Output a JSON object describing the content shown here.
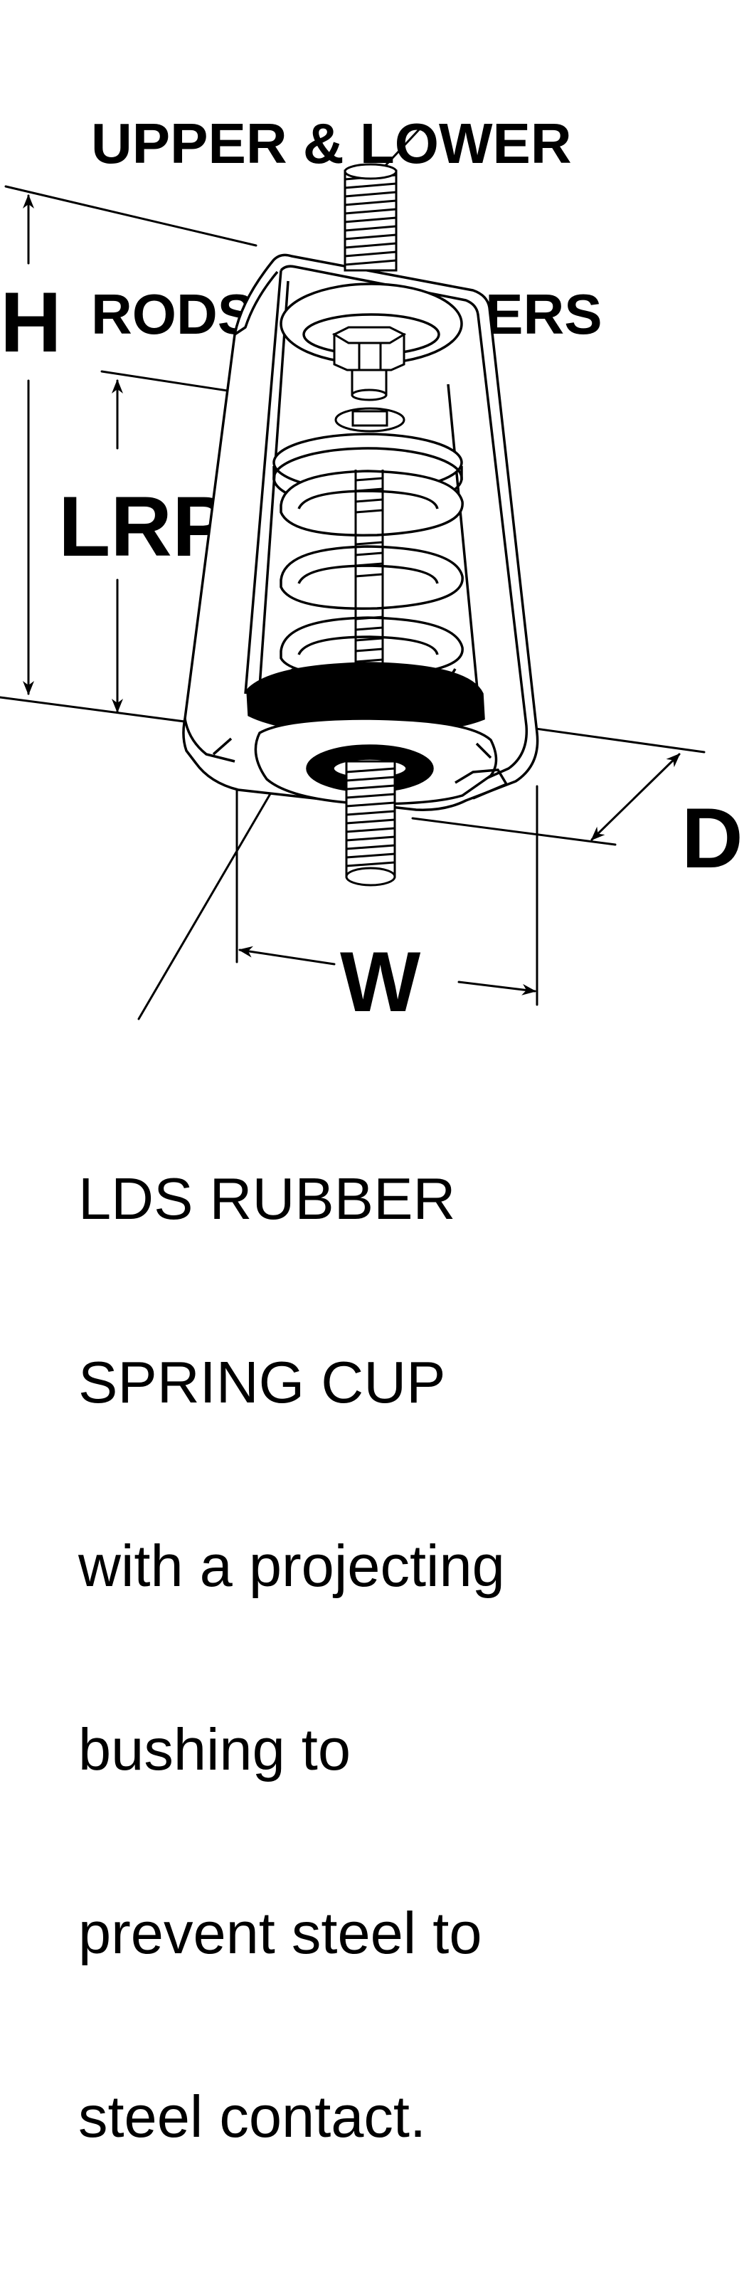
{
  "figure": {
    "top_callout_lines": [
      "UPPER & LOWER",
      "RODS BY OTHERS"
    ],
    "dimension_labels": {
      "height": "H",
      "lrp": "LRP",
      "width": "W",
      "depth": "D"
    },
    "bottom_callout_lines": [
      "LDS RUBBER",
      "SPRING CUP",
      "with a projecting",
      "bushing to",
      "prevent steel to",
      "steel contact."
    ]
  },
  "colors": {
    "ink": "#000000",
    "paper": "#ffffff"
  },
  "parts": {
    "bracket": "steel-housing",
    "spring": "coil-spring",
    "cup": "rubber-spring-cup",
    "rods": "threaded-rods",
    "fastener": "hex-nut"
  }
}
